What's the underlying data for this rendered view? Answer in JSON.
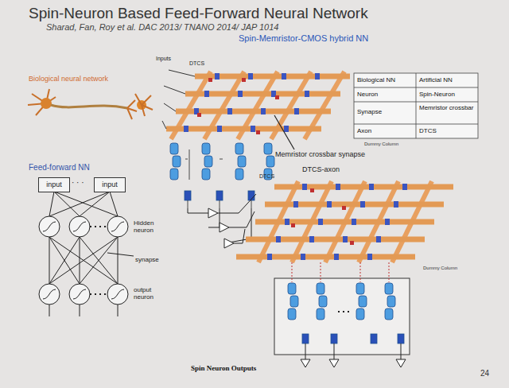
{
  "diagram": {
    "title": "Spin-Neuron Based Feed-Forward Neural Network",
    "nodes": [
      {
        "text": [
          "input"
        ]
      },
      {
        "text": [
          "input"
        ]
      }
    ],
    "labels": [
      "Sharad, Fan, Roy et al. DAC 2013/ TNANO 2014/ JAP 1014",
      "Biological neural network",
      "Feed-forward NN",
      "Hidden neuron",
      "synapse",
      "output neuron",
      "Spin-Memristor-CMOS hybrid NN",
      "Biological NN",
      "Artificial NN",
      "Neuron",
      "Spin-Neuron",
      "Synapse",
      "Memristor crossbar",
      "Axon",
      "DTCS",
      "Inputs",
      "DTCS",
      "Memristor crossbar synapse",
      "Dummy Column",
      "DTCS-axon",
      "DTCS",
      "Dummy Column",
      "Spin Neuron Outputs",
      "24",
      "· · ·"
    ]
  }
}
